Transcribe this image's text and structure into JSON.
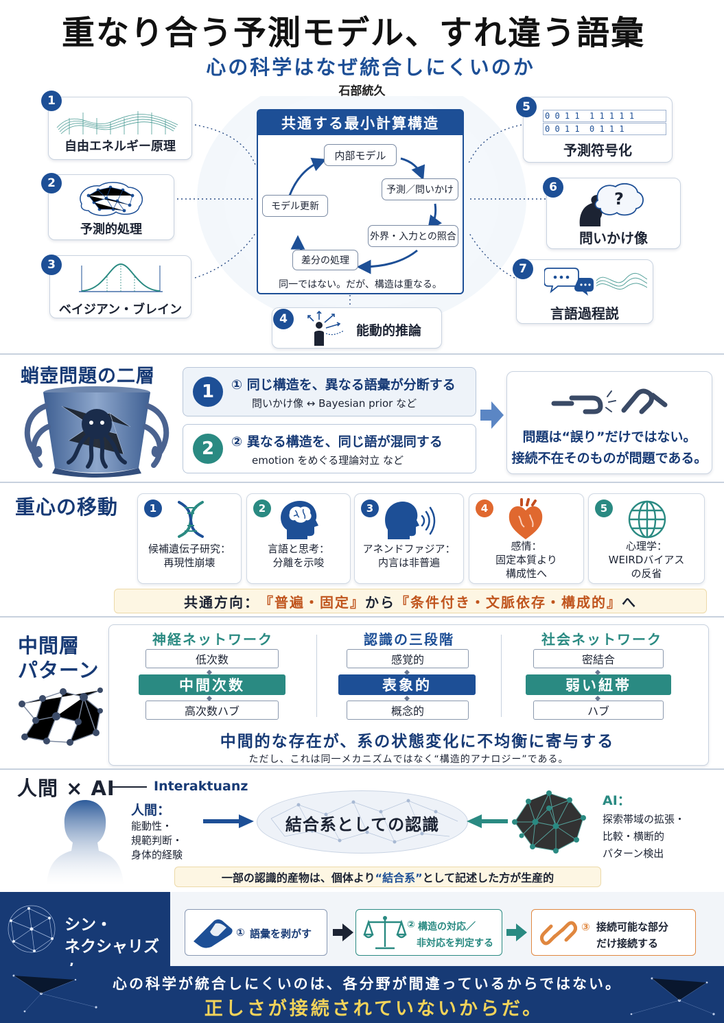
{
  "header": {
    "title": "重なり合う予測モデル、すれ違う語彙",
    "subtitle": "心の科学はなぜ統合しにくいのか",
    "author": "石部統久"
  },
  "theories": [
    {
      "num": "1",
      "label": "自由エネルギー原理",
      "icon": "wave-surface-icon"
    },
    {
      "num": "2",
      "label": "予測的処理",
      "icon": "brain-network-icon"
    },
    {
      "num": "3",
      "label": "ベイジアン・ブレイン",
      "icon": "bell-curve-icon"
    },
    {
      "num": "4",
      "label": "能動的推論",
      "icon": "person-arrows-icon"
    },
    {
      "num": "5",
      "label": "予測符号化",
      "icon": "binary-code-icon"
    },
    {
      "num": "6",
      "label": "問いかけ像",
      "icon": "head-question-icon"
    },
    {
      "num": "7",
      "label": "言語過程説",
      "icon": "speech-bubbles-icon"
    }
  ],
  "binary_rows": [
    "0 0 1 1  1 1 1 1 1",
    "0 0 1 1  0 1 1 1"
  ],
  "core": {
    "title": "共通する最小計算構造",
    "nodes": [
      "内部モデル",
      "予測／問いかけ",
      "外界・入力との照合",
      "差分の処理",
      "モデル更新"
    ],
    "caption": "同一ではない。だが、構造は重なる。"
  },
  "octopus": {
    "title": "蛸壺問題の二層",
    "items": [
      {
        "num": "1",
        "title": "① 同じ構造を、異なる語彙が分断する",
        "sub": "問いかけ像 ↔ Bayesian prior など",
        "color": "#1d4f96"
      },
      {
        "num": "2",
        "title": "② 異なる構造を、同じ語が混同する",
        "sub": "emotion をめぐる理論対立 など",
        "color": "#2a8a82"
      }
    ],
    "conclusion_line1": "問題は“誤り”だけではない。",
    "conclusion_line2": "接続不在そのものが問題である。"
  },
  "shift": {
    "title": "重心の移動",
    "items": [
      {
        "num": "1",
        "text": "候補遺伝子研究：\n再現性崩壊",
        "color": "#1d4f96",
        "icon": "dna-icon"
      },
      {
        "num": "2",
        "text": "言語と思考：\n分離を示唆",
        "color": "#2a8a82",
        "icon": "brain-head-icon"
      },
      {
        "num": "3",
        "text": "アネンドファジア：\n内言は非普遍",
        "color": "#1d4f96",
        "icon": "speaking-head-icon"
      },
      {
        "num": "4",
        "text": "感情：\n固定本質より\n構成性へ",
        "color": "#e0682f",
        "icon": "heart-icon"
      },
      {
        "num": "5",
        "text": "心理学：\nWEIRDバイアス\nの反省",
        "color": "#2a8a82",
        "icon": "globe-icon"
      }
    ],
    "direction_prefix": "共通方向：",
    "direction_from": "『普遍・固定』",
    "direction_mid": "から",
    "direction_to": "『条件付き・文脈依存・構成的』",
    "direction_suffix": "へ"
  },
  "middle": {
    "title_line1": "中間層",
    "title_line2": "パターン",
    "columns": [
      {
        "header": "神経ネットワーク",
        "top": "低次数",
        "mid": "中間次数",
        "bottom": "高次数ハブ",
        "color": "#2a8a82"
      },
      {
        "header": "認識の三段階",
        "top": "感覚的",
        "mid": "表象的",
        "bottom": "概念的",
        "color": "#1d4f96"
      },
      {
        "header": "社会ネットワーク",
        "top": "密結合",
        "mid": "弱い紐帯",
        "bottom": "ハブ",
        "color": "#2a8a82"
      }
    ],
    "statement": "中間的な存在が、系の状態変化に不均衡に寄与する",
    "note": "ただし、これは同一メカニズムではなく“構造的アナロジー”である。"
  },
  "human_ai": {
    "title": "人間 × AI",
    "tag": "Interaktuanz",
    "human_label": "人間：",
    "human_traits": [
      "能動性・",
      "規範判断・",
      "身体的経験"
    ],
    "center": "結合系としての認識",
    "ai_label": "AI：",
    "ai_traits": [
      "探索帯域の拡張・",
      "比較・横断的",
      "パターン検出"
    ],
    "banner_prefix": "一部の認識的産物は、個体より",
    "banner_highlight": "“結合系”",
    "banner_suffix": "として記述した方が生産的"
  },
  "syncretism": {
    "title_line1": "シン・",
    "title_line2": "ネクシャリズム",
    "steps": [
      {
        "num": "①",
        "text": "語彙を剥がす",
        "icon": "peel-icon"
      },
      {
        "num": "②",
        "text_line1": "構造の対応／",
        "text_line2": "非対応を判定する",
        "icon": "scale-icon"
      },
      {
        "num": "③",
        "text_line1": "接続可能な部分",
        "text_line2": "だけ接続する",
        "icon": "link-icon"
      }
    ]
  },
  "footer": {
    "line1": "心の科学が統合しにくいのは、各分野が間違っているからではない。",
    "line2": "正しさが接続されていないからだ。"
  }
}
